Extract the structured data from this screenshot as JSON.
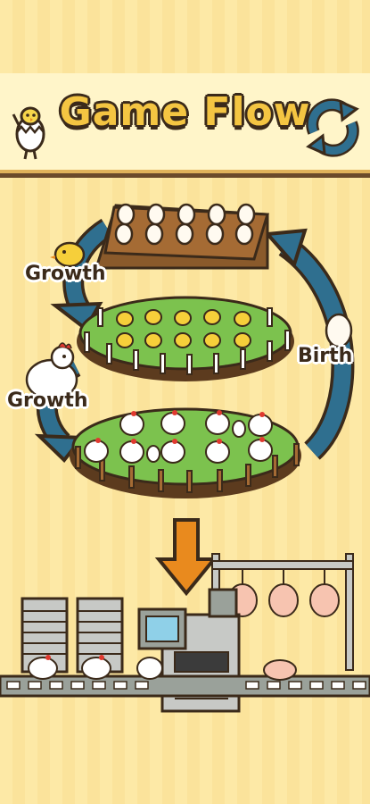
{
  "header": {
    "title": "Game Flow"
  },
  "labels": {
    "growth_top": "Growth",
    "growth_bottom": "Growth",
    "birth": "Birth"
  },
  "icons": {
    "mascot": "egg-mascot-icon",
    "cycle": "cycle-arrows-icon"
  },
  "colors": {
    "title_fill": "#f4c542",
    "outline": "#3b2a1a",
    "arrow_blue": "#2f6f8f",
    "grass": "#7cc24e",
    "funnel_arrow": "#e98a1e"
  }
}
